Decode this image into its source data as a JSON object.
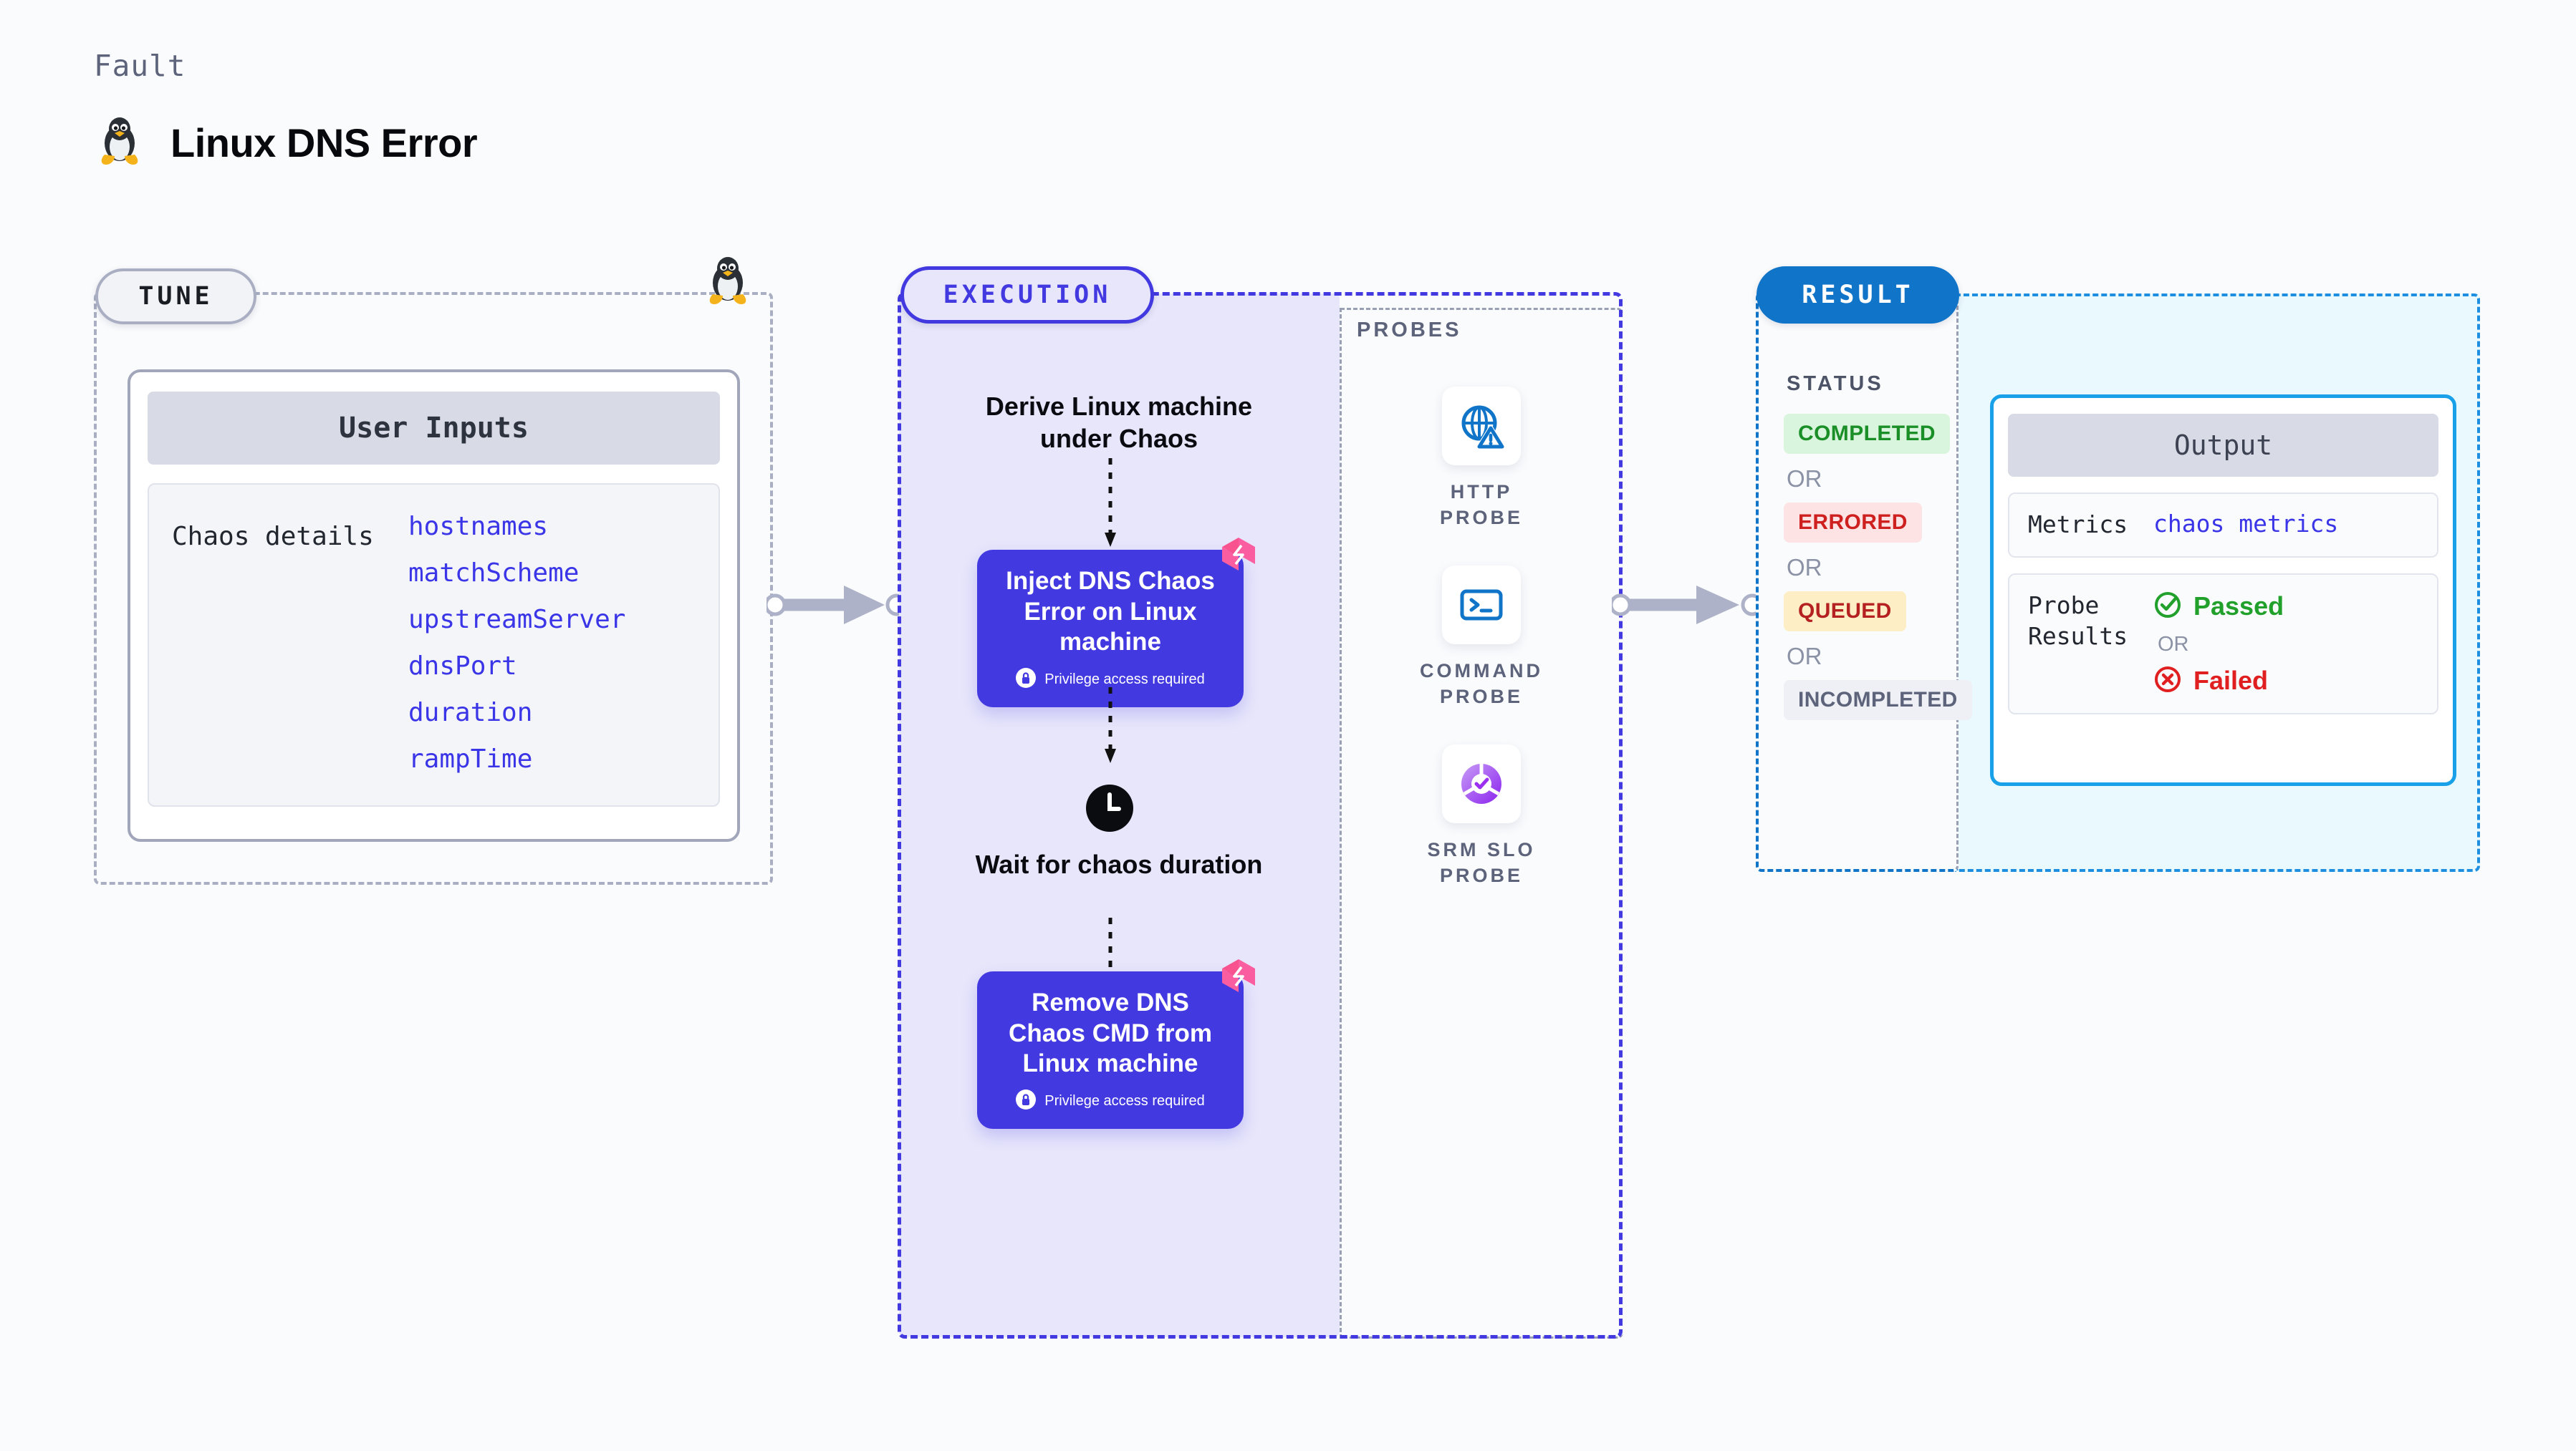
{
  "header": {
    "kicker": "Fault",
    "title": "Linux DNS Error",
    "icon": "linux-penguin-icon"
  },
  "tune": {
    "pill_label": "TUNE",
    "card_title": "User Inputs",
    "group_label": "Chaos details",
    "params": [
      "hostnames",
      "matchScheme",
      "upstreamServer",
      "dnsPort",
      "duration",
      "rampTime"
    ]
  },
  "execution": {
    "pill_label": "EXECUTION",
    "step1_text": "Derive Linux machine under Chaos",
    "node1": {
      "title": "Inject DNS Chaos Error on Linux machine",
      "note": "Privilege access required"
    },
    "wait_text": "Wait for chaos duration",
    "node2": {
      "title": "Remove DNS Chaos CMD from Linux machine",
      "note": "Privilege access required"
    }
  },
  "probes": {
    "label": "PROBES",
    "items": [
      {
        "name": "HTTP PROBE",
        "icon": "globe-warning-icon"
      },
      {
        "name": "COMMAND PROBE",
        "icon": "terminal-icon"
      },
      {
        "name": "SRM SLO PROBE",
        "icon": "slo-donut-check-icon"
      }
    ]
  },
  "result": {
    "pill_label": "RESULT",
    "status_label": "STATUS",
    "or_label": "OR",
    "statuses": [
      {
        "label": "COMPLETED",
        "bg": "#d9f5dd",
        "fg": "#1b8f27"
      },
      {
        "label": "ERRORED",
        "bg": "#fde3e3",
        "fg": "#cf2020"
      },
      {
        "label": "QUEUED",
        "bg": "#fdeec5",
        "fg": "#b52020"
      },
      {
        "label": "INCOMPLETED",
        "bg": "#eef0f5",
        "fg": "#5c637a"
      }
    ]
  },
  "output": {
    "card_title": "Output",
    "metrics_key": "Metrics",
    "metrics_value": "chaos metrics",
    "probe_results_key": "Probe Results",
    "passed_label": "Passed",
    "or_label": "OR",
    "failed_label": "Failed"
  },
  "colors": {
    "indigo": "#4339e0",
    "blue": "#1074c8",
    "cyan": "#18a0e8",
    "pink": "#fb5ea0",
    "gray_border": "#a9aec2"
  }
}
